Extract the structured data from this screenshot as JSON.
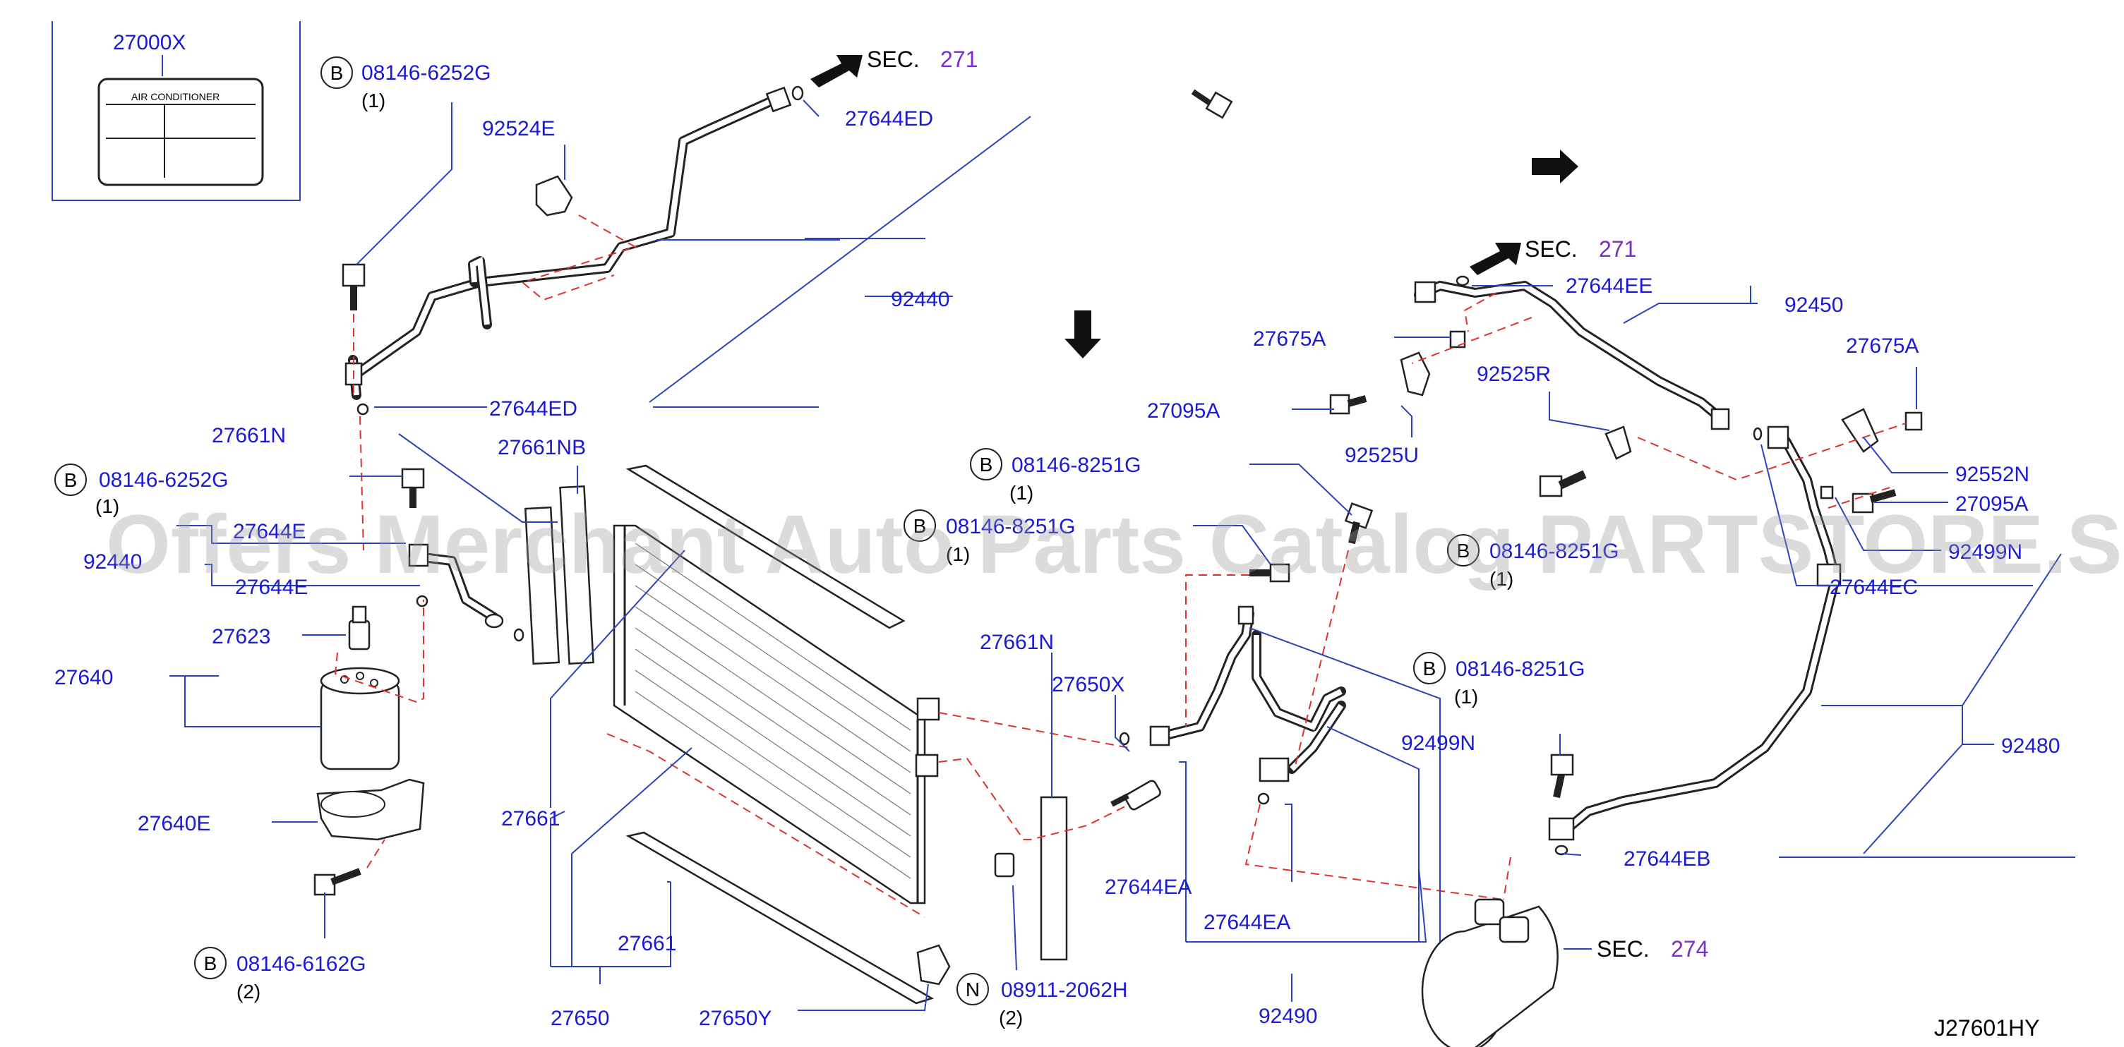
{
  "diagram_code": "J27601HY",
  "watermark": "Offers Merchant Auto Parts Catalog PARTSTORE.SA",
  "label_box": {
    "part_no": "27000X",
    "title": "AIR    CONDITIONER"
  },
  "sections": {
    "prefix": "SEC.",
    "sec_271_a": "271",
    "sec_271_b": "271",
    "sec_274": "274"
  },
  "callouts": {
    "b1_part": "08146-6252G",
    "b1_letter": "B",
    "b1_qty": "(1)",
    "b2_part": "08146-6252G",
    "b2_letter": "B",
    "b2_qty": "(1)",
    "b3_part": "08146-6162G",
    "b3_letter": "B",
    "b3_qty": "(2)",
    "b4_part": "08146-8251G",
    "b4_letter": "B",
    "b4_qty": "(1)",
    "b5_part": "08146-8251G",
    "b5_letter": "B",
    "b5_qty": "(1)",
    "b6_part": "08146-8251G",
    "b6_letter": "B",
    "b6_qty": "(1)",
    "b7_part": "08146-8251G",
    "b7_letter": "B",
    "b7_qty": "(1)",
    "n1_part": "08911-2062H",
    "n1_letter": "N",
    "n1_qty": "(2)"
  },
  "parts": {
    "p92524E": "92524E",
    "p27644ED_top": "27644ED",
    "p92440": "92440",
    "p27644ED_mid": "27644ED",
    "p27661N_left": "27661N",
    "p27661NB": "27661NB",
    "p27644E_a": "27644E",
    "p92440_b": "92440",
    "p27644E_b": "27644E",
    "p27623": "27623",
    "p27640": "27640",
    "p27640E": "27640E",
    "p27661_mid": "27661",
    "p27661_low": "27661",
    "p27650": "27650",
    "p27650Y": "27650Y",
    "p27661N_mid": "27661N",
    "p27650X": "27650X",
    "p27644EA_a": "27644EA",
    "p27644EA_b": "27644EA",
    "p92490": "92490",
    "p92499N_mid": "92499N",
    "p27675A_left": "27675A",
    "p27095A_left": "27095A",
    "p92525U": "92525U",
    "p92525R": "92525R",
    "p27644EE": "27644EE",
    "p92450": "92450",
    "p27675A_right": "27675A",
    "p92552N": "92552N",
    "p27095A_right": "27095A",
    "p92499N_right": "92499N",
    "p27644EC": "27644EC",
    "p92480": "92480",
    "p27644EB": "27644EB"
  }
}
